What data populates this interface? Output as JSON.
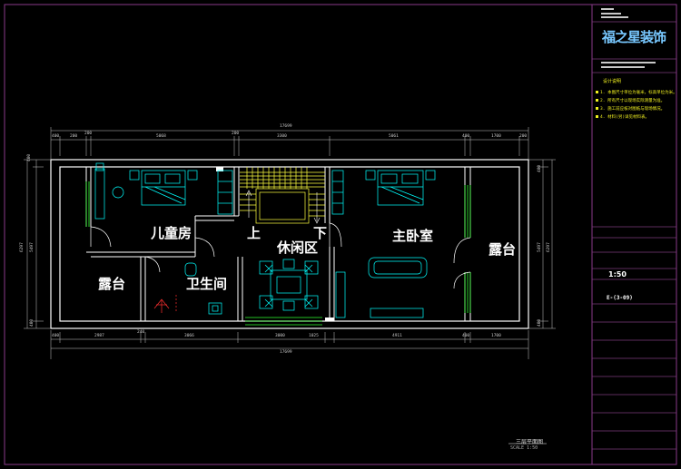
{
  "plan": {
    "rooms": {
      "kids_room": "儿童房",
      "up": "上",
      "down": "下",
      "lounge": "休闲区",
      "master_bedroom": "主卧室",
      "terrace_left": "露台",
      "bathroom": "卫生间",
      "terrace_right": "露台"
    },
    "dims_top": {
      "overall": "17699",
      "seg": [
        "400",
        "200",
        "5068",
        "200",
        "3300",
        "5061",
        "400",
        "1700",
        "200"
      ]
    },
    "dims_bottom": {
      "overall": "17699",
      "seg": [
        "400",
        "2987",
        "240",
        "3066",
        "3000",
        "1025",
        "4911",
        "400",
        "1700"
      ]
    },
    "dims_side": {
      "left": [
        "400",
        "5497",
        "400"
      ],
      "left_total": "6297",
      "right": [
        "400",
        "5497",
        "400"
      ],
      "right_total": "6297"
    },
    "drawing_name": "三层平面图",
    "drawing_scale": "SCALE 1:50"
  },
  "title_block": {
    "company_logo": "福之星装饰",
    "notes_title": "设计说明",
    "notes": [
      "1. 本图尺寸单位为毫米，标高单位为米。",
      "2. 所有尺寸以现场实际测量为准。",
      "3. 施工前应核对图纸与现场情况。",
      "4. 材料(另)详见材料表。"
    ],
    "scale_value": "1:50",
    "drawing_no": "E-(3-09)"
  },
  "colors": {
    "wall": "#ffffff",
    "furniture": "#00ffff",
    "stair": "#ffff40",
    "dim": "#c8c8c8",
    "frame": "#c060c0",
    "window": "#30ff30",
    "accent_red": "#ff3030"
  }
}
